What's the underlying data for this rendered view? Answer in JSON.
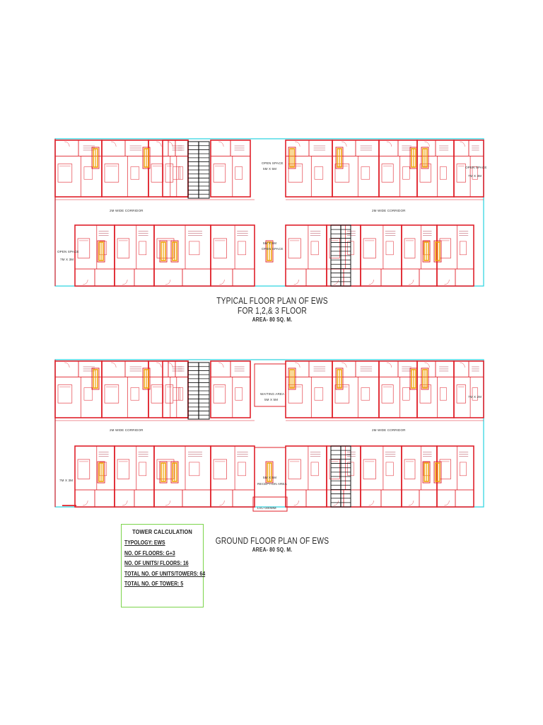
{
  "typical_plan": {
    "title_line1": "TYPICAL FLOOR PLAN OF EWS",
    "title_line2": "FOR 1,2,& 3 FLOOR",
    "area": "AREA- 80 SQ. M.",
    "open_space_top": "OPEN SPACE",
    "open_space_top_dim": "5M X 5M",
    "open_space_right": "OPEN SPACE",
    "open_space_right_dim": "7M X 3M",
    "open_space_left": "OPEN SPACE",
    "open_space_left_dim": "7M X 3M",
    "open_space_mid_dim": "5M X 5M",
    "open_space_mid": "OPEN SPACE",
    "corridor_left": "2M WIDE CORRIDOR",
    "corridor_right": "2M WIDE CORRIDOR"
  },
  "ground_plan": {
    "title": "GROUND FLOOR PLAN OF EWS",
    "area": "AREA- 80 SQ. M.",
    "waiting_area": "WAITING AREA",
    "waiting_area_dim": "5M X 5M",
    "right_space_dim": "7M X 2M",
    "left_space_dim": "7M X 3M",
    "corridor_left": "2M WIDE CORRIDOR",
    "corridor_right": "2M WIDE CORRIDOR",
    "reception_dim": "5M X 5M",
    "reception": "RECEPTION AREA",
    "lift": "LVL+300MM"
  },
  "tower_calculation": {
    "title": "TOWER CALCULATION",
    "typology": "TYPOLOGY: EWS",
    "floors": "NO. OF FLOORS: G+3",
    "units_per_floor": "NO. OF UNITS/ FLOORS: 16",
    "total_units": "TOTAL NO. OF UNITS/TOWERS: 64",
    "total_towers": "TOTAL NO. OF TOWER: 5"
  },
  "colors": {
    "wall": "#e0202a",
    "boundary": "#27d3e0",
    "stairs": "#111111",
    "furniture": "#f0a000",
    "calc_border": "#7bd44a"
  }
}
